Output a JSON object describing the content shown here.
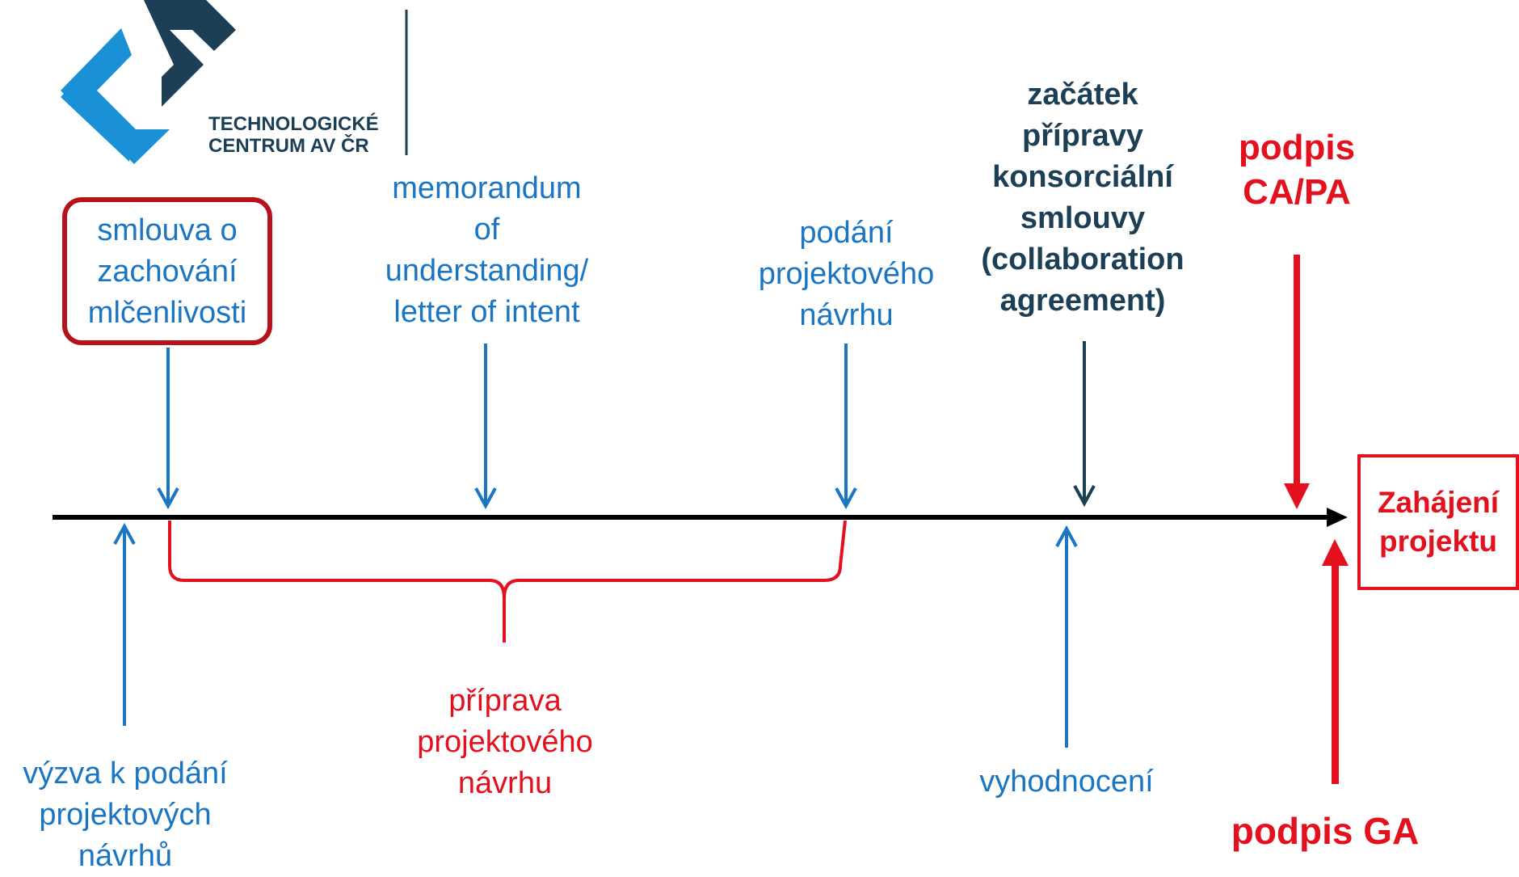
{
  "logo": {
    "text": "TECHNOLOGICKÉ\nCENTRUM AV ČR",
    "primary_color": "#1a90d6",
    "secondary_color": "#1d3f55"
  },
  "labels": {
    "nda": "smlouva o\nzachování\nmlčenlivosti",
    "mou": "memorandum\nof\nunderstanding/\nletter of intent",
    "submission": "podání\nprojektového\nnávrhu",
    "ca_start": "začátek\npřípravy\nkonsorciální\nsmlouvy\n(collaboration\nagreement)",
    "ca_pa": "podpis\nCA/PA",
    "project_start": "Zahájení\nprojektu",
    "call": "výzva k podání\nprojektových\nnávrhů",
    "preparation": "příprava\nprojektového\nnávrhu",
    "evaluation": "vyhodnocení",
    "ga": "podpis GA"
  },
  "colors": {
    "blue": "#1a75c3",
    "navy": "#1d3f55",
    "red": "#e3101e",
    "dark_red": "#b5121b",
    "axis": "#000000"
  }
}
